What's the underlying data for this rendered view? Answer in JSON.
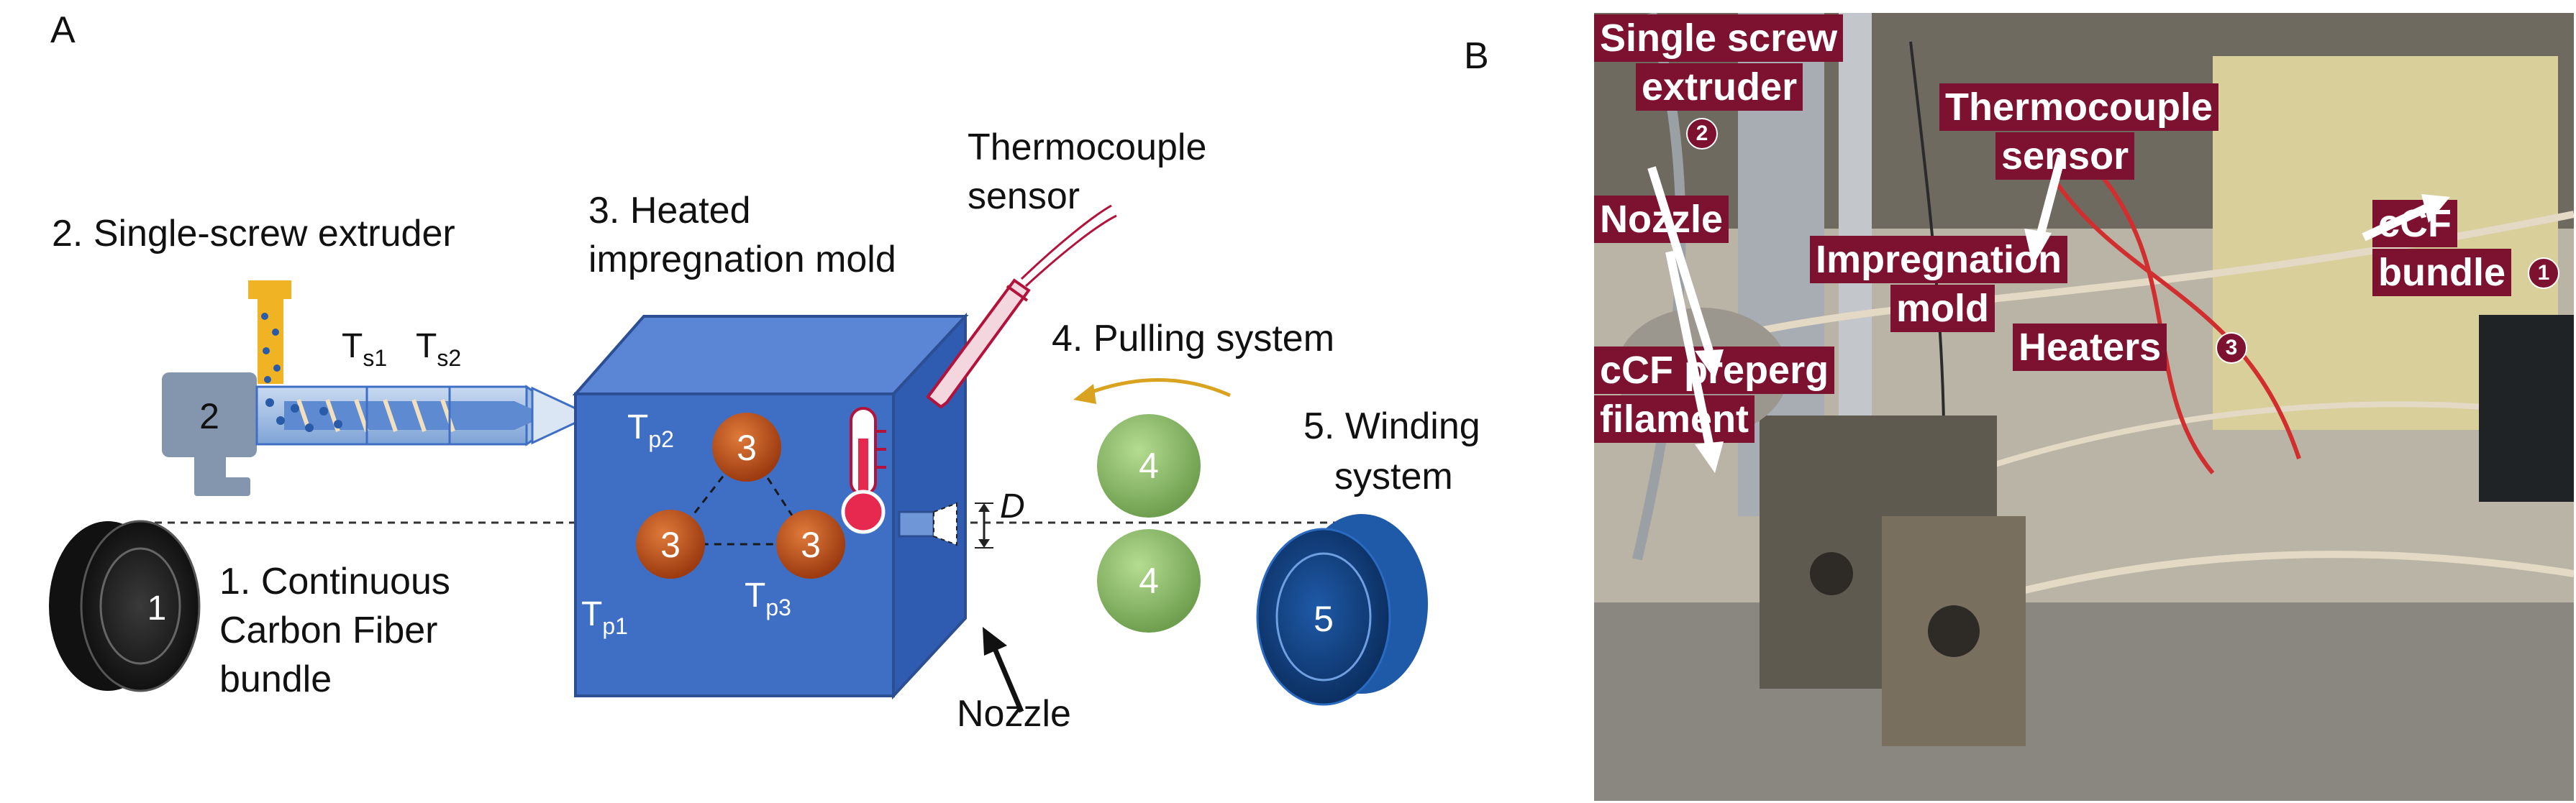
{
  "panel_letters": {
    "a": "A",
    "b": "B"
  },
  "schematic": {
    "labels": {
      "extruder": "2. Single-screw extruder",
      "mold_line1": "3. Heated",
      "mold_line2": "impregnation mold",
      "thermocouple_line1": "Thermocouple",
      "thermocouple_line2": "sensor",
      "pulling": "4. Pulling system",
      "winding_line1": "5. Winding",
      "winding_line2": "system",
      "fiber_line1": "1. Continuous",
      "fiber_line2": "Carbon Fiber",
      "fiber_line3": "bundle",
      "nozzle": "Nozzle",
      "diameter": "D"
    },
    "temperatures": {
      "ts1_main": "T",
      "ts1_sub": "s1",
      "ts2_main": "T",
      "ts2_sub": "s2",
      "tp1_main": "T",
      "tp1_sub": "p1",
      "tp2_main": "T",
      "tp2_sub": "p2",
      "tp3_main": "T",
      "tp3_sub": "p3"
    },
    "numbers": {
      "spool1": "1",
      "extruder": "2",
      "heater_top": "3",
      "heater_left": "3",
      "heater_right": "3",
      "roller_top": "4",
      "roller_bottom": "4",
      "spool5": "5"
    },
    "colors": {
      "mold_blue": "#3f6fc4",
      "heater_orange": "#c0501a",
      "roller_green": "#8fbf6a",
      "extruder_gray": "#8496ad",
      "hopper_yellow": "#f0b323",
      "thermo_red": "#b3123a",
      "winding_blue": "#0b3a73",
      "arrow_gold": "#d9a21f"
    }
  },
  "photo": {
    "labels": {
      "extruder_line1": "Single screw",
      "extruder_line2": "extruder",
      "extruder_badge": "2",
      "thermo_line1": "Thermocouple",
      "thermo_line2": "sensor",
      "nozzle": "Nozzle",
      "mold_line1": "Impregnation",
      "mold_line2": "mold",
      "ccf_line1": "cCF",
      "ccf_line2": "bundle",
      "ccf_badge": "1",
      "heaters": "Heaters",
      "heaters_badge": "3",
      "prepreg_line1": "cCF preperg",
      "prepreg_line2": "filament"
    },
    "colors": {
      "label_bg": "#7d1230"
    }
  }
}
